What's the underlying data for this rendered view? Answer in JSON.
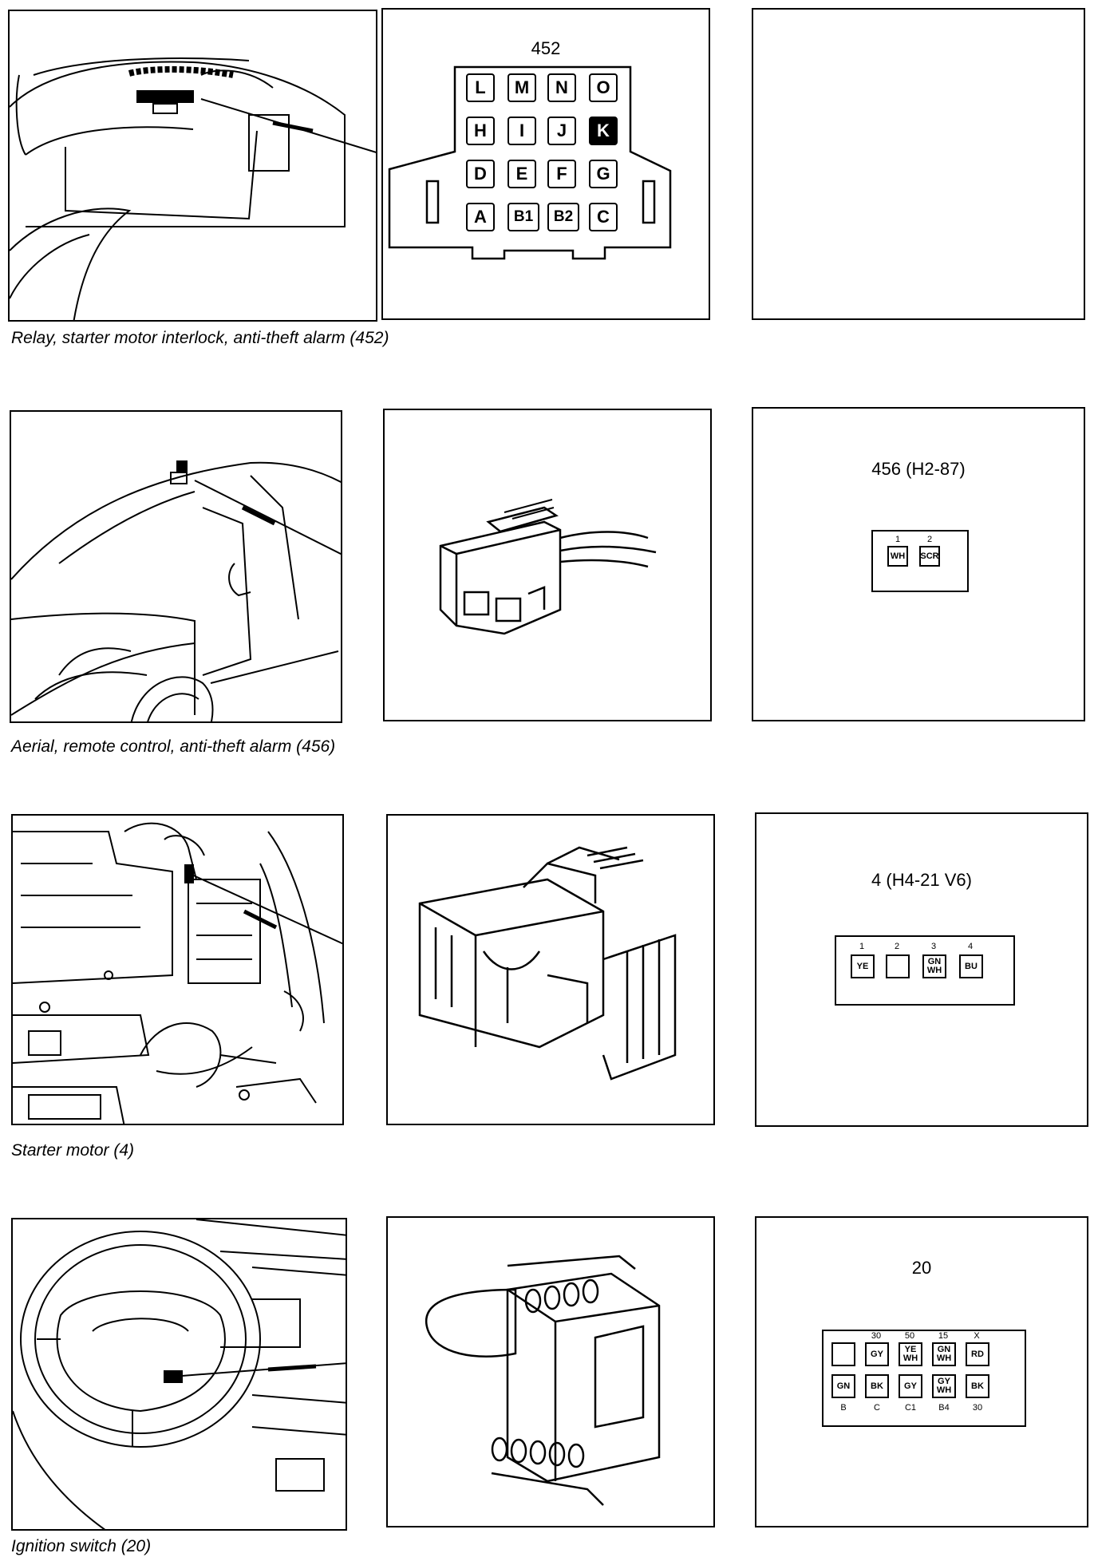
{
  "rows": [
    {
      "caption": "Relay, starter motor interlock, anti-theft alarm (452)",
      "connector_title": "452",
      "keys": [
        {
          "label": "L",
          "highlighted": false
        },
        {
          "label": "M",
          "highlighted": false
        },
        {
          "label": "N",
          "highlighted": false
        },
        {
          "label": "O",
          "highlighted": false
        },
        {
          "label": "H",
          "highlighted": false
        },
        {
          "label": "I",
          "highlighted": false
        },
        {
          "label": "J",
          "highlighted": false
        },
        {
          "label": "K",
          "highlighted": true
        },
        {
          "label": "D",
          "highlighted": false
        },
        {
          "label": "E",
          "highlighted": false
        },
        {
          "label": "F",
          "highlighted": false
        },
        {
          "label": "G",
          "highlighted": false
        },
        {
          "label": "A",
          "highlighted": false
        },
        {
          "label": "B1",
          "highlighted": false
        },
        {
          "label": "B2",
          "highlighted": false
        },
        {
          "label": "C",
          "highlighted": false
        }
      ]
    },
    {
      "caption": "Aerial, remote control, anti-theft alarm (456)",
      "connector_title": "456 (H2-87)",
      "pins": [
        {
          "num": "1",
          "color": [
            "WH"
          ]
        },
        {
          "num": "2",
          "color": [
            "SCR"
          ]
        }
      ]
    },
    {
      "caption": "Starter motor (4)",
      "connector_title": "4 (H4-21 V6)",
      "pins": [
        {
          "num": "1",
          "color": [
            "YE"
          ]
        },
        {
          "num": "2",
          "color": []
        },
        {
          "num": "3",
          "color": [
            "GN",
            "WH"
          ]
        },
        {
          "num": "4",
          "color": [
            "BU"
          ]
        }
      ]
    },
    {
      "caption": "Ignition switch (20)",
      "connector_title": "20",
      "top_pins": [
        {
          "num": "",
          "color": []
        },
        {
          "num": "30",
          "color": [
            "GY"
          ]
        },
        {
          "num": "50",
          "color": [
            "YE",
            "WH"
          ]
        },
        {
          "num": "15",
          "color": [
            "GN",
            "WH"
          ]
        },
        {
          "num": "X",
          "color": [
            "RD"
          ]
        }
      ],
      "bottom_pins": [
        {
          "term": "B",
          "color": [
            "GN"
          ]
        },
        {
          "term": "C",
          "color": [
            "BK"
          ]
        },
        {
          "term": "C1",
          "color": [
            "GY"
          ]
        },
        {
          "term": "B4",
          "color": [
            "GY",
            "WH"
          ]
        },
        {
          "term": "30",
          "color": [
            "BK"
          ]
        }
      ]
    }
  ]
}
